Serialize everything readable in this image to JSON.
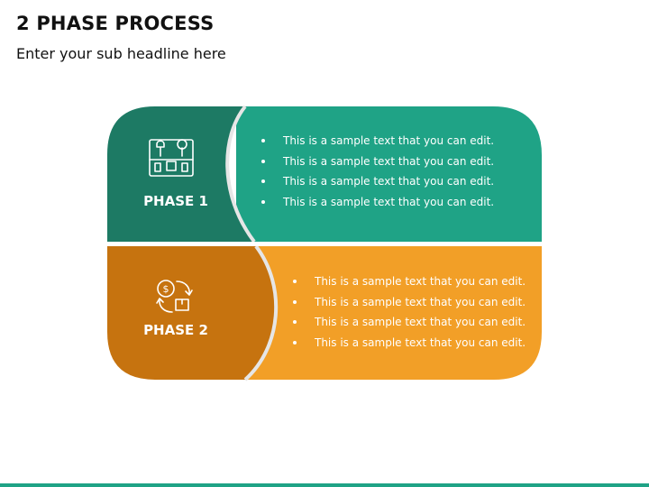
{
  "header": {
    "title": "2 PHASE PROCESS",
    "subtitle": "Enter your sub headline here"
  },
  "colors": {
    "phase1_dark": "#1d7a64",
    "phase1_light": "#1fa386",
    "phase2_dark": "#c6730f",
    "phase2_light": "#f29f27",
    "divider": "#e6e6e6",
    "footer": "#1fa386"
  },
  "phases": [
    {
      "label": "PHASE 1",
      "icon": "toolbox-icon",
      "bullets": [
        "This is a sample text that you can edit.",
        "This is a sample text that you can edit.",
        "This is a sample text that you can edit.",
        "This is a sample text that you can edit."
      ]
    },
    {
      "label": "PHASE 2",
      "icon": "money-exchange-icon",
      "bullets": [
        "This is a sample text that you can edit.",
        "This is a sample text that you can edit.",
        "This is a sample text that you can edit.",
        "This is a sample text that you can edit."
      ]
    }
  ]
}
